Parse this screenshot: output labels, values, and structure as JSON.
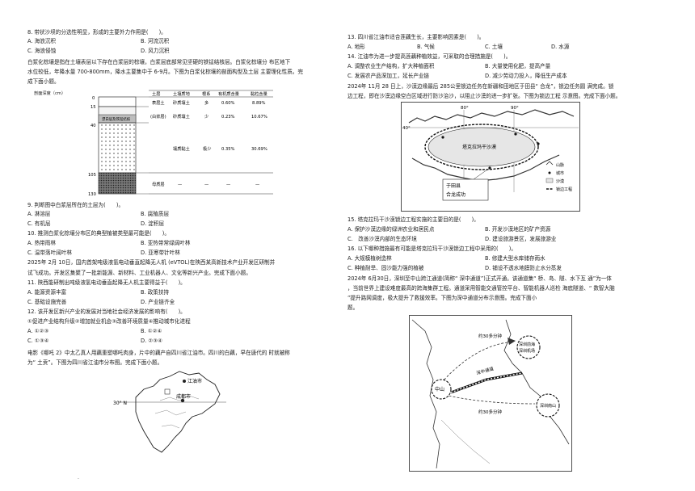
{
  "left": {
    "q8": {
      "stem": "8. 带状沙坝的分选性明显，形成的主要外力作用是(　　)。",
      "A": "A. 海浪沉积",
      "B": "B. 河流沉积",
      "C": "C. 海浪侵蚀",
      "D": "D. 风力沉积"
    },
    "passage1": [
      "白浆化棕壤是指在土壤表层以下存在白浆层的棕壤，白浆层底部常见坚硬的铁锰结核层。白浆化棕壤分 布区地下",
      "水位较低，年降水量 700-800mm，降水主要集中于 6-9月。下图为白浆化棕壤的剖面构型及土层 主要理化性质。完",
      "成下面小题。"
    ],
    "soil_table": {
      "axis_title": "剖面深度（cm）",
      "depths": [
        "0",
        "15",
        "40",
        "105",
        "130"
      ],
      "layer_label_bleach": "漂白层及铁锰结核",
      "headers": [
        "土层",
        "土壤质地",
        "根系",
        "有机质含量",
        "黏粒含量"
      ],
      "rows": [
        [
          "表层土",
          "砂质壤土",
          "多",
          "0.60%",
          "8.89%"
        ],
        [
          "(白浆层)",
          "砂质壤土",
          "少",
          "0.23%",
          "10.67%"
        ],
        [
          "",
          "壤质黏土",
          "极少",
          "0.35%",
          "30.69%"
        ],
        [
          "母质层",
          "—",
          "—",
          "—",
          "—"
        ]
      ]
    },
    "q9": {
      "stem": "9. 判断图中白浆层所在的土层为(　　)。",
      "A": "A. 淋溶层",
      "B": "B. 腐殖质层",
      "C": "C. 有机层",
      "D": "D. 淀积层"
    },
    "q10": {
      "stem": "10. 推测白浆化棕壤分布区的典型植被类型最可能是(　　)。",
      "A": "A. 热带雨林",
      "B": "B. 亚热带常绿阔叶林",
      "C": "C. 温带落叶阔叶林",
      "D": "D. 亚寒带针叶林"
    },
    "passage2": [
      "2025年 2月 10日，国内首架吨级液氢电动垂直起降无人机 (eVTOL)在陕西某高新技术产业开发区研制并",
      "试飞成功。开发区集聚了一批新能源、新材料、工业机器人、文化等新兴产业。完成下面小题。"
    ],
    "q11": {
      "stem": "11. 陕西能研制出吨级液氢电动垂直起降无人机主要得益于(　　)。",
      "A": "A. 能源资源丰富",
      "B": "B. 政策扶持",
      "C": "C. 基础设施完善",
      "D": "D. 产业链齐全"
    },
    "q12": {
      "stem": "12. 该开发区新兴产业的发展对当地社会经济发展的影响有(　　)。",
      "items": "①促进产业结构升级②增加就业机会③改善环境质量④推动城市化进程",
      "A": "A. ①②③",
      "B": "B. ①②④",
      "C": "C. ①③④",
      "D": "D. ②③④"
    },
    "passage3": [
      "电影《哪吒 2》中太乙真人用藕重塑哪吒肉身，片中的藕产自四川省江油市。四川的白藕，早在唐代的 时就被称",
      "为“ 土贡”。下图为四川省江油市分布图。完成下面小题。"
    ],
    "map1": {
      "label_jiangyou": "江油市",
      "label_chengdu": "成都市",
      "lat_label": "30° N"
    }
  },
  "right": {
    "q13": {
      "stem": "13. 四川省江油市适合莲藕生长，主要影响因素是(　　)。",
      "A": "A. 地形",
      "B": "B. 气候",
      "C": "C. 土壤",
      "D": "D. 水源"
    },
    "q14": {
      "stem": "14. 江油市为进一步提高莲藕种植效益，可采取的合理措施是(　　)。",
      "A": "A. 调整农业生产结构，扩大种植面积",
      "B": "B. 大量使用化肥，提高产量",
      "C": "C. 发展农产品深加工，延长产业链",
      "D": "D. 减少劳动力投入，降低生产成本"
    },
    "passage4": [
      "2024年 11月 28 日上，沙漠边缘最后 285公里锁边任务在新疆和田地区于田县“ 合龙”，锁边任务圆 满完成。锁",
      "边工程，即在沙漠边缘空白区域进行防沙治沙，以阻止沙漠的进一步扩张。下图为锁边工程 示意图。完成下面小题。"
    ],
    "map2": {
      "lat1": "80°",
      "lat2": "40°",
      "lat3": "90°",
      "desert_label": "塔克拉玛干沙漠",
      "callout_line1": "于田县",
      "callout_line2": "合龙成功",
      "legend": [
        "山脉",
        "城市",
        "沙漠",
        "锁边工程"
      ]
    },
    "q15": {
      "stem": "15. 塔克拉玛干沙漠锁边工程实施的主要目的是(　　)。",
      "A": "A. 保护沙漠边缘的绿洲农业和居民点",
      "B": "B. 开发沙漠地区的矿产资源",
      "C": "C.　改善沙漠内部的生态环境",
      "D": "D. 建设旅游景区，发展旅游业"
    },
    "q16": {
      "stem": "16. 以下哪种措施最有可能是塔克拉玛干沙漠锁边工程中采用的(　　)。",
      "A": "A. 大规模植树造林",
      "B": "B. 修建大型水库储存雨水",
      "C": "C. 种植耐旱、固沙能力强的植被",
      "D": "D. 铺设不透水地膜防止水分蒸发"
    },
    "passage5": [
      "2024年 6月30日，深圳至中山跨江通道(简称“ 深中通道”)正式开通。该通道集“ 桥、岛、隧、水下互 通”为一体",
      "，当前世界上建设难度最高的跨海集群工程。通道采用智能交通管控平台、智能机器人巡检 海底隧道、“ 数智大脑",
      "”提升路网调度，极大提升了救援效率。下图为深中通道分布示意图。完成下面小",
      "题。"
    ],
    "map3": {
      "label_top": "约30多分钟",
      "label_bottom": "约30多分钟",
      "city_zhongshan": "中山",
      "city_shenzhen": "深圳机场",
      "city_top": "深圳前海",
      "city_bottom": "深圳南山",
      "tunnel_label": "深中通道"
    }
  }
}
